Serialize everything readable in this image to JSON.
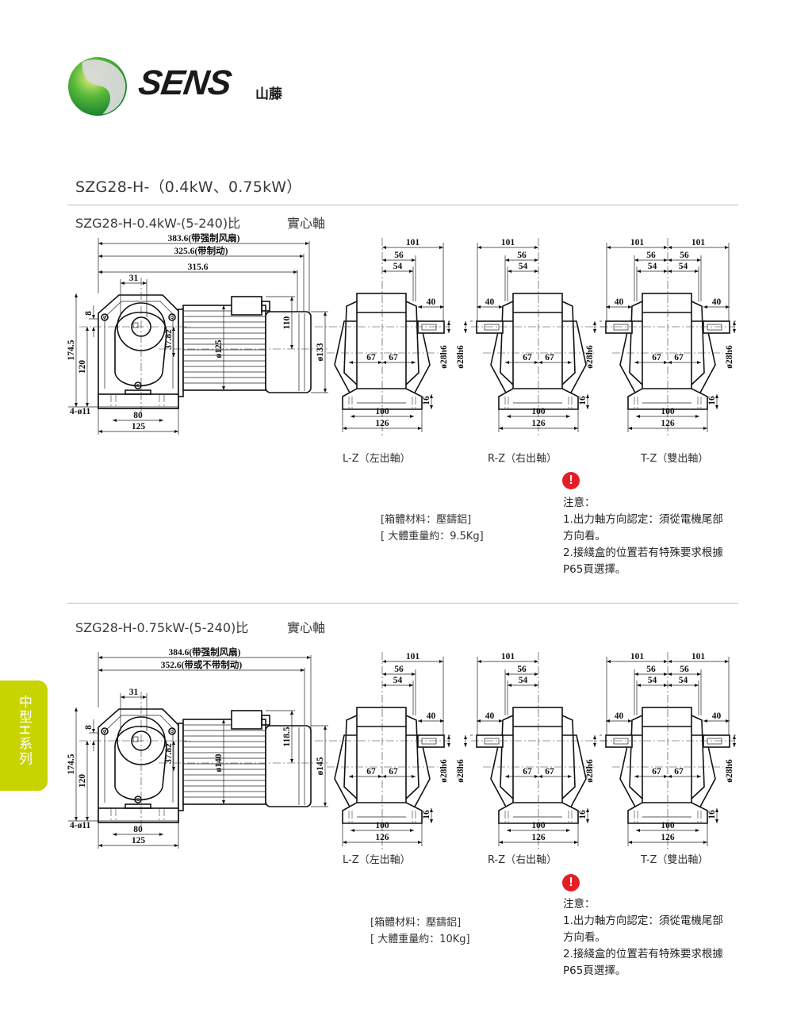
{
  "logo": {
    "brand": "SENS",
    "chinese": "山藤"
  },
  "page_title": "SZG28-H-（0.4kW、0.75kW）",
  "sidebar_tab": "中型H系列",
  "colors": {
    "accent": "#c8d400",
    "warning": "#e51e25",
    "logo_green": "#3aa635"
  },
  "sections": [
    {
      "subtitle": "SZG28-H-0.4kW-(5-240)比",
      "shaft_type": "實心軸",
      "front": {
        "overall": [
          "383.6(带强制风扇)",
          "325.6(带制动)",
          "315.6"
        ],
        "d31": "31",
        "d8": "8",
        "h174": "174.5",
        "h120": "120",
        "holes": "4-ø11",
        "w80": "80",
        "w125": "125",
        "d3782": "37.82",
        "motor_dia": "ø125",
        "box_h": "110",
        "cover_dia": "ø133"
      },
      "side": {
        "d101": "101",
        "d56": "56",
        "d54": "54",
        "d40": "40",
        "d67": "67",
        "d16": "16",
        "d100": "100",
        "d126": "126",
        "shaft": "ø28h6"
      },
      "views": [
        "L-Z（左出軸）",
        "R-Z（右出軸）",
        "T-Z（雙出軸）"
      ],
      "material": "[箱體材料：壓鑄鋁]",
      "weight": "[ 大體重量約：9.5Kg]",
      "warning_icon": "!",
      "notes_title": "注意：",
      "notes": [
        "1.出力軸方向認定：須從電機尾部",
        "方向看。",
        "2.接綫盒的位置若有特殊要求根據",
        "P65頁選擇。"
      ]
    },
    {
      "subtitle": "SZG28-H-0.75kW-(5-240)比",
      "shaft_type": "實心軸",
      "front": {
        "overall": [
          "384.6(带强制风扇)",
          "352.6(带或不带制动)"
        ],
        "d31": "31",
        "d8": "8",
        "h174": "174.5",
        "h120": "120",
        "holes": "4-ø11",
        "w80": "80",
        "w125": "125",
        "d3782": "37.82",
        "motor_dia": "ø140",
        "box_h": "118.5",
        "cover_dia": "ø145"
      },
      "side": {
        "d101": "101",
        "d56": "56",
        "d54": "54",
        "d40": "40",
        "d67": "67",
        "d16": "16",
        "d100": "100",
        "d126": "126",
        "shaft": "ø28h6"
      },
      "views": [
        "L-Z（左出軸）",
        "R-Z（右出軸）",
        "T-Z（雙出軸）"
      ],
      "material": "[箱體材料：壓鑄鋁]",
      "weight": "[ 大體重量約：10Kg]",
      "warning_icon": "!",
      "notes_title": "注意：",
      "notes": [
        "1.出力軸方向認定：須從電機尾部",
        "方向看。",
        "2.接綫盒的位置若有特殊要求根據",
        "P65頁選擇。"
      ]
    }
  ]
}
